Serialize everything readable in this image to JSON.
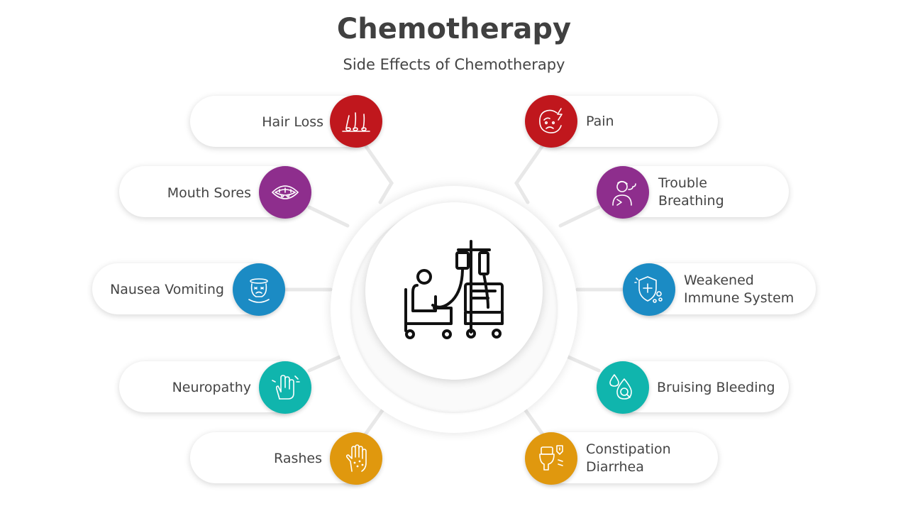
{
  "title": "Chemotherapy",
  "subtitle": "Side Effects of Chemotherapy",
  "center": {
    "icon": "iv-chemotherapy-chair-icon"
  },
  "left_items": [
    {
      "label": "Hair Loss",
      "color": "#c0171d",
      "icon": "hair-loss-icon"
    },
    {
      "label": "Mouth Sores",
      "color": "#8e2e8d",
      "icon": "mouth-sores-icon"
    },
    {
      "label": "Nausea Vomiting",
      "color": "#1b8bc4",
      "icon": "nausea-icon"
    },
    {
      "label": "Neuropathy",
      "color": "#10b5ad",
      "icon": "neuropathy-hand-icon"
    },
    {
      "label": "Rashes",
      "color": "#e0980e",
      "icon": "rash-hand-icon"
    }
  ],
  "right_items": [
    {
      "label": "Pain",
      "color": "#c0171d",
      "icon": "pain-face-icon"
    },
    {
      "label_line1": "Trouble",
      "label_line2": "Breathing",
      "color": "#8e2e8d",
      "icon": "breathing-icon"
    },
    {
      "label_line1": "Weakened",
      "label_line2": "Immune System",
      "color": "#1b8bc4",
      "icon": "immune-shield-icon"
    },
    {
      "label": "Bruising Bleeding",
      "color": "#10b5ad",
      "icon": "blood-drop-icon"
    },
    {
      "label_line1": "Constipation",
      "label_line2": "Diarrhea",
      "color": "#e0980e",
      "icon": "toilet-icon"
    }
  ]
}
